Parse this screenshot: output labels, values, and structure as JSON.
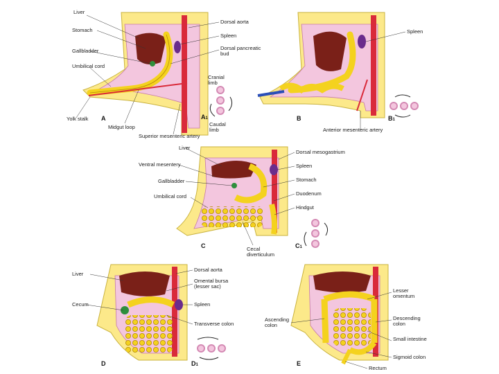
{
  "panels": {
    "A": {
      "letter": "A",
      "rot_letter": "A",
      "rot_sub": "1",
      "labels": [
        "Liver",
        "Stomach",
        "Gallbladder",
        "Umbilical cord",
        "Yolk stalk",
        "Midgut loop",
        "Superior mesenteric artery",
        "Dorsal aorta",
        "Spleen",
        "Dorsal pancreatic bud",
        "Cranial limb",
        "Caudal limb"
      ]
    },
    "B": {
      "letter": "B",
      "rot_letter": "B",
      "rot_sub": "1",
      "labels": [
        "Spleen",
        "Anterior mesenteric artery"
      ]
    },
    "C": {
      "letter": "C",
      "rot_letter": "C",
      "rot_sub": "1",
      "labels": [
        "Liver",
        "Ventral mesentery",
        "Gallbladder",
        "Umbilical cord",
        "Dorsal mesogastrium",
        "Spleen",
        "Stomach",
        "Duodenum",
        "Hindgut",
        "Cecal diverticulum"
      ]
    },
    "D": {
      "letter": "D",
      "rot_letter": "D",
      "rot_sub": "1",
      "labels": [
        "Liver",
        "Cecum",
        "Dorsal aorta",
        "Omental bursa (lesser sac)",
        "Spleen",
        "Transverse colon"
      ]
    },
    "E": {
      "letter": "E",
      "labels": [
        "Lesser omentum",
        "Ascending colon",
        "Descending colon",
        "Small intestine",
        "Sigmoid colon",
        "Rectum"
      ]
    }
  },
  "colors": {
    "body_wall": "#fce98a",
    "body_wall_edge": "#c9b23e",
    "cavity": "#f3c6de",
    "cavity_dark": "#d48ab4",
    "aorta": "#d92a3a",
    "liver": "#7a2018",
    "gut": "#f4d21e",
    "gut_edge": "#b58a08",
    "spleen": "#6a2c8c",
    "green": "#2f8f3c",
    "blue": "#2b4fb8",
    "teal": "#7ec8b8"
  }
}
